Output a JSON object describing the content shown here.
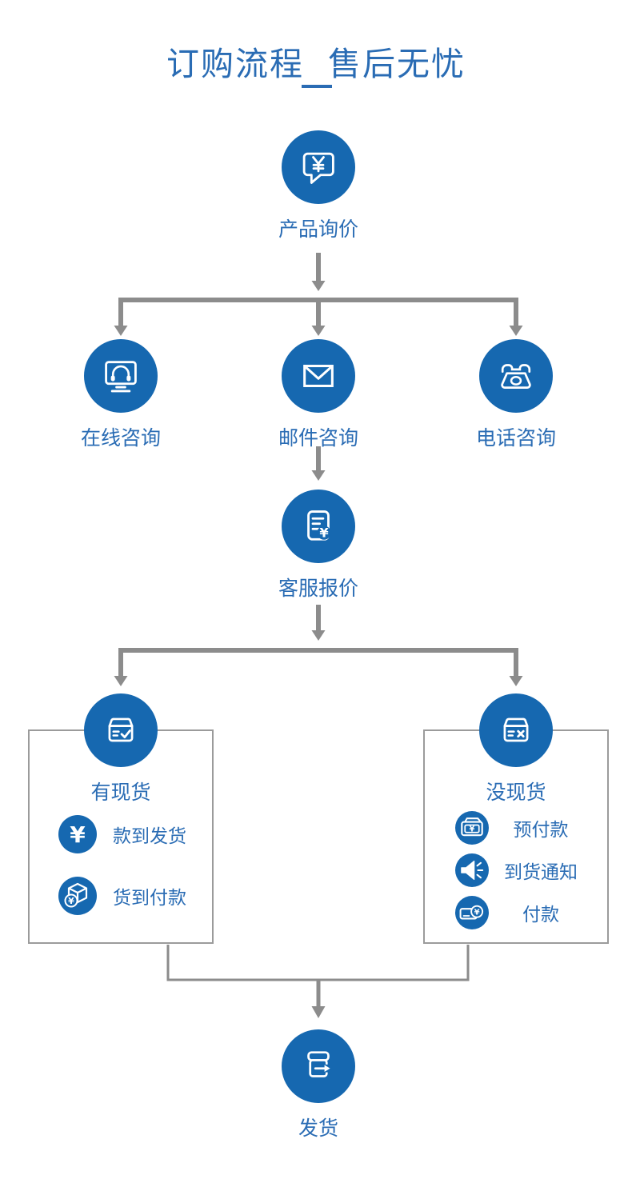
{
  "title": {
    "text": "订购流程  售后无忧"
  },
  "colors": {
    "primary_blue": "#1668b0",
    "text_blue": "#2a6cb4",
    "connector_gray": "#8c8c8c",
    "box_border_gray": "#9b9b9b"
  },
  "glyphs": {
    "yen": "¥"
  },
  "nodes": {
    "inquiry": {
      "label": "产品询价",
      "icon": "speech-bubble-yen-icon"
    },
    "online": {
      "label": "在线咨询",
      "icon": "monitor-headset-icon"
    },
    "email": {
      "label": "邮件咨询",
      "icon": "envelope-icon"
    },
    "phone": {
      "label": "电话咨询",
      "icon": "telephone-icon"
    },
    "quote": {
      "label": "客服报价",
      "icon": "document-yen-icon"
    },
    "in_stock": {
      "label": "有现货",
      "icon": "box-check-icon"
    },
    "out_of_stock": {
      "label": "没现货",
      "icon": "box-cross-icon"
    },
    "ship": {
      "label": "发货",
      "icon": "box-arrow-icon"
    }
  },
  "in_stock_items": [
    {
      "label": "款到发货",
      "icon": "yen-icon"
    },
    {
      "label": "货到付款",
      "icon": "package-yen-icon"
    }
  ],
  "out_of_stock_items": [
    {
      "label": "预付款",
      "icon": "wallet-yen-icon"
    },
    {
      "label": "到货通知",
      "icon": "megaphone-icon"
    },
    {
      "label": "付款",
      "icon": "card-yen-icon"
    }
  ]
}
